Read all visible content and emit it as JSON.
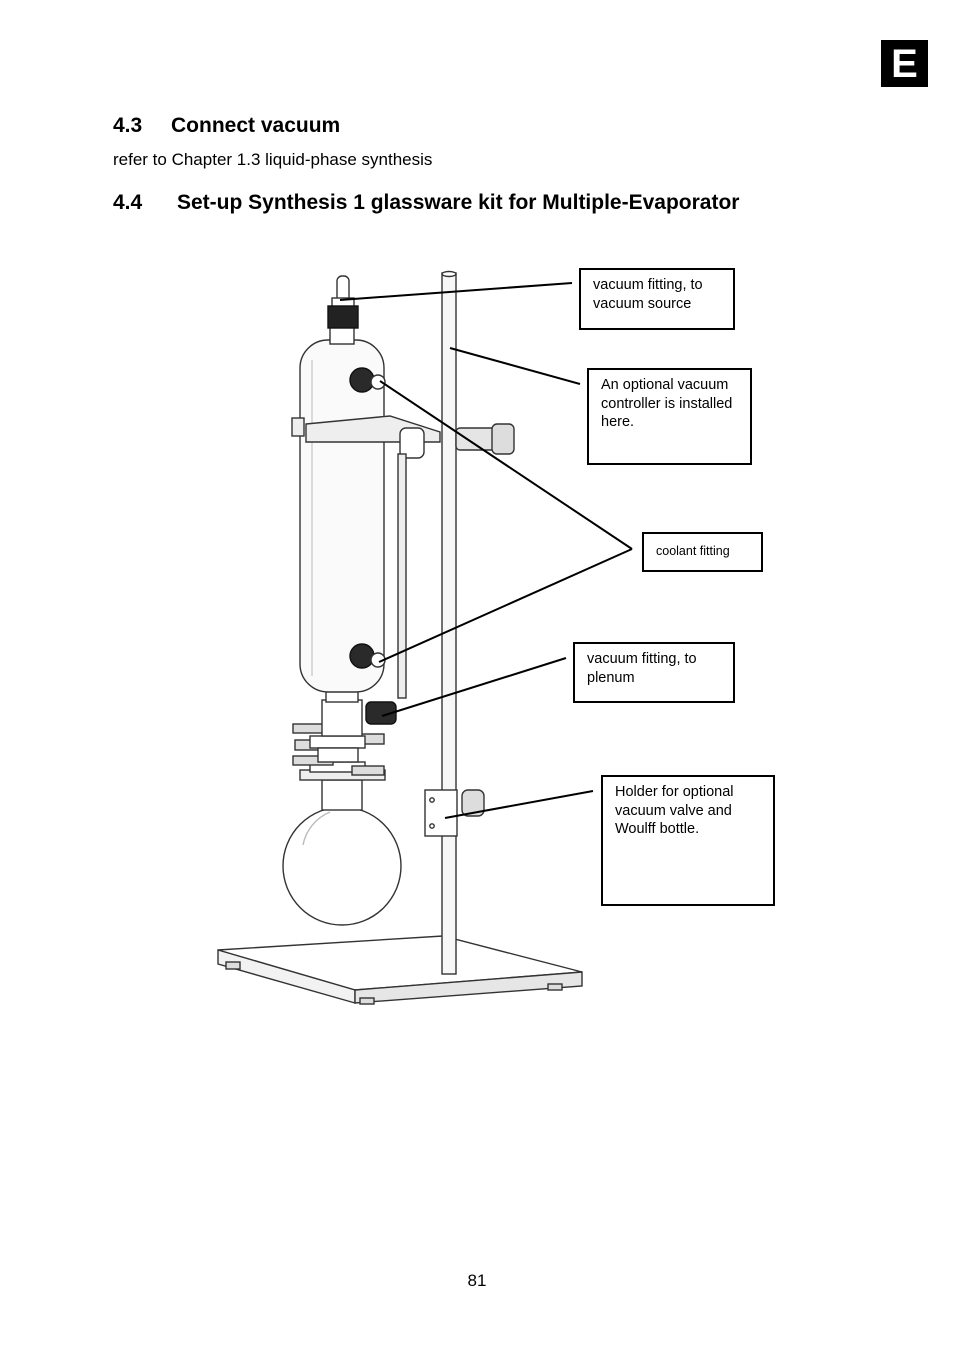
{
  "language_tab": "E",
  "section_43": {
    "number": "4.3",
    "title": "Connect vacuum",
    "body": "refer to Chapter 1.3 liquid-phase synthesis"
  },
  "section_44": {
    "number": "4.4",
    "title": "Set-up Synthesis 1 glassware kit for Multiple-Evaporator"
  },
  "callouts": {
    "vacuum_source": "vacuum fitting, to vacuum source",
    "vacuum_controller": "An optional vacuum controller is installed here.",
    "coolant": "coolant fitting",
    "plenum": "vacuum fitting, to plenum",
    "holder": "Holder for optional vacuum valve and Woulff bottle."
  },
  "page_number": "81"
}
